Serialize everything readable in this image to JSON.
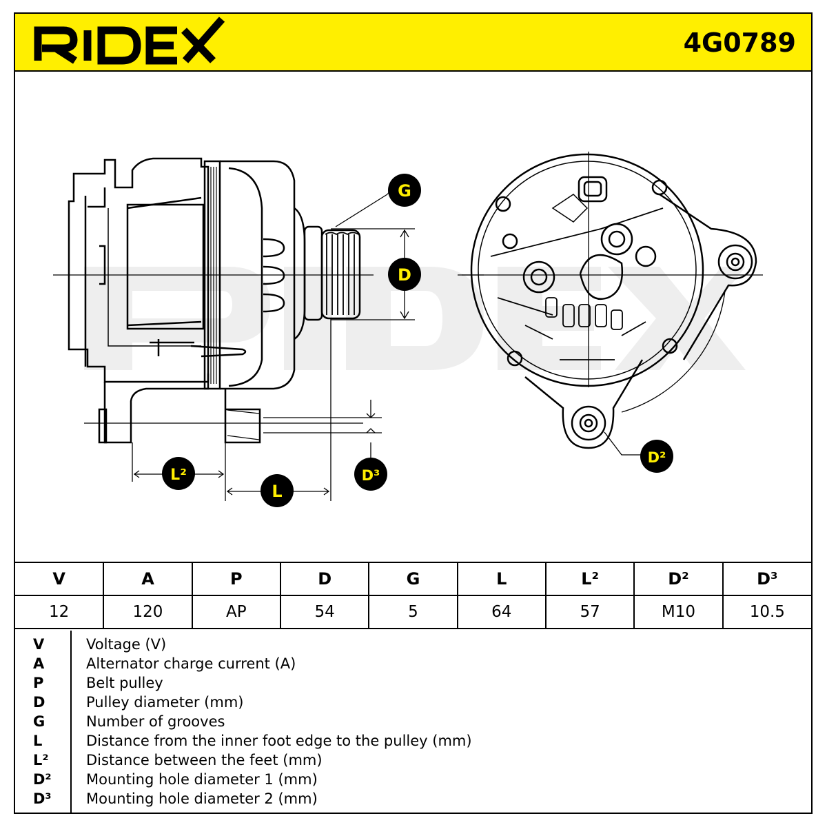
{
  "brand": {
    "name": "RIDEX",
    "part_number": "4G0789"
  },
  "drawing": {
    "callouts": {
      "g": "G",
      "d": "D",
      "d2": "D²",
      "d3": "D³",
      "l": "L",
      "l2": "L²"
    }
  },
  "spec_table": {
    "headers": [
      "V",
      "A",
      "P",
      "D",
      "G",
      "L",
      "L²",
      "D²",
      "D³"
    ],
    "values": [
      "12",
      "120",
      "AP",
      "54",
      "5",
      "64",
      "57",
      "M10",
      "10.5"
    ]
  },
  "legend": [
    {
      "key": "V",
      "text": "Voltage (V)"
    },
    {
      "key": "A",
      "text": "Alternator charge current (A)"
    },
    {
      "key": "P",
      "text": "Belt pulley"
    },
    {
      "key": "D",
      "text": "Pulley diameter (mm)"
    },
    {
      "key": "G",
      "text": "Number of grooves"
    },
    {
      "key": "L",
      "text": "Distance from the inner foot edge to the pulley (mm)"
    },
    {
      "key": "L²",
      "text": "Distance between the feet (mm)"
    },
    {
      "key": "D²",
      "text": "Mounting hole diameter 1 (mm)"
    },
    {
      "key": "D³",
      "text": "Mounting hole diameter 2 (mm)"
    }
  ],
  "colors": {
    "header_background": "#ffef00",
    "badge_background": "#000000",
    "badge_text": "#ffef00",
    "watermark": "#eeeeee"
  }
}
